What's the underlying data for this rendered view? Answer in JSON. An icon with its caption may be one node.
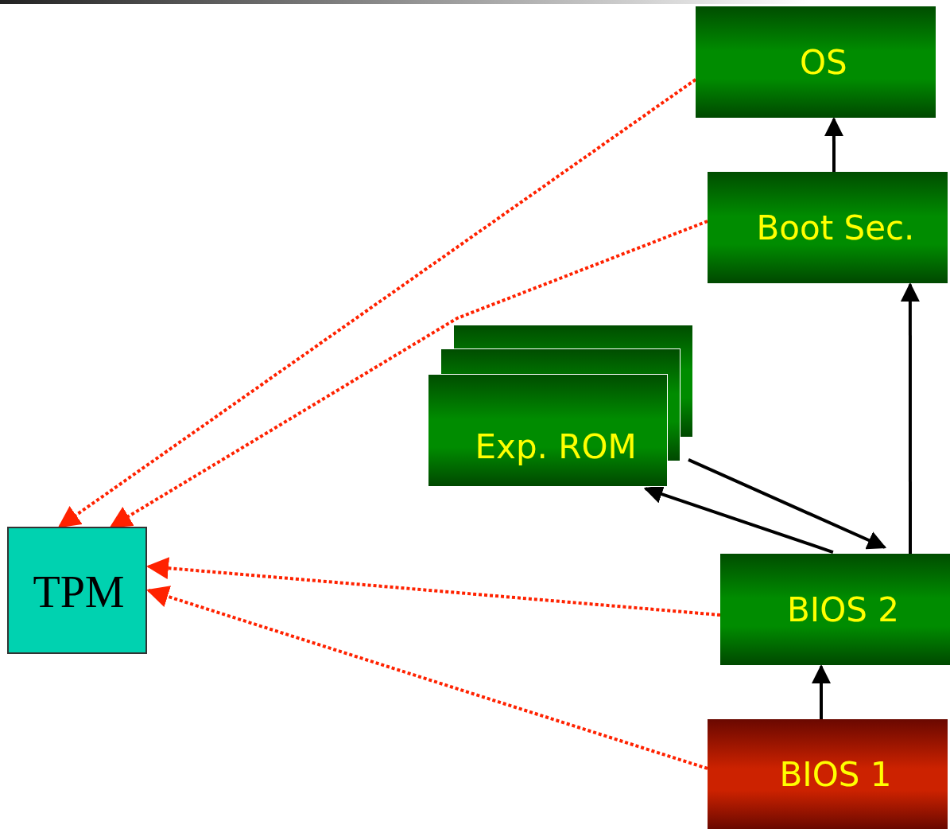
{
  "diagram": {
    "nodes": [
      {
        "text": [
          "OS"
        ]
      },
      {
        "text": [
          "Boot Sec."
        ]
      },
      {
        "text": [
          "Exp. ROM"
        ]
      },
      {
        "text": [
          "BIOS 2"
        ]
      },
      {
        "text": [
          "BIOS 1"
        ]
      },
      {
        "text": [
          "TPM"
        ]
      }
    ],
    "edges": [
      {
        "from": 4,
        "to": 3,
        "arrow": "to"
      },
      {
        "from": 3,
        "to": 1,
        "arrow": "to"
      },
      {
        "from": 1,
        "to": 0,
        "arrow": "to"
      },
      {
        "from": 3,
        "to": 2,
        "arrow": "to"
      },
      {
        "from": 2,
        "to": 3,
        "arrow": "to"
      },
      {
        "from": 0,
        "to": 5,
        "arrow": "to",
        "style": "dashed",
        "color": "#ff2200"
      },
      {
        "from": 1,
        "to": 5,
        "arrow": "to",
        "style": "dashed",
        "color": "#ff2200"
      },
      {
        "from": 3,
        "to": 5,
        "arrow": "to",
        "style": "dashed",
        "color": "#ff2200"
      },
      {
        "from": 4,
        "to": 5,
        "arrow": "to",
        "style": "dashed",
        "color": "#ff2200"
      }
    ]
  }
}
